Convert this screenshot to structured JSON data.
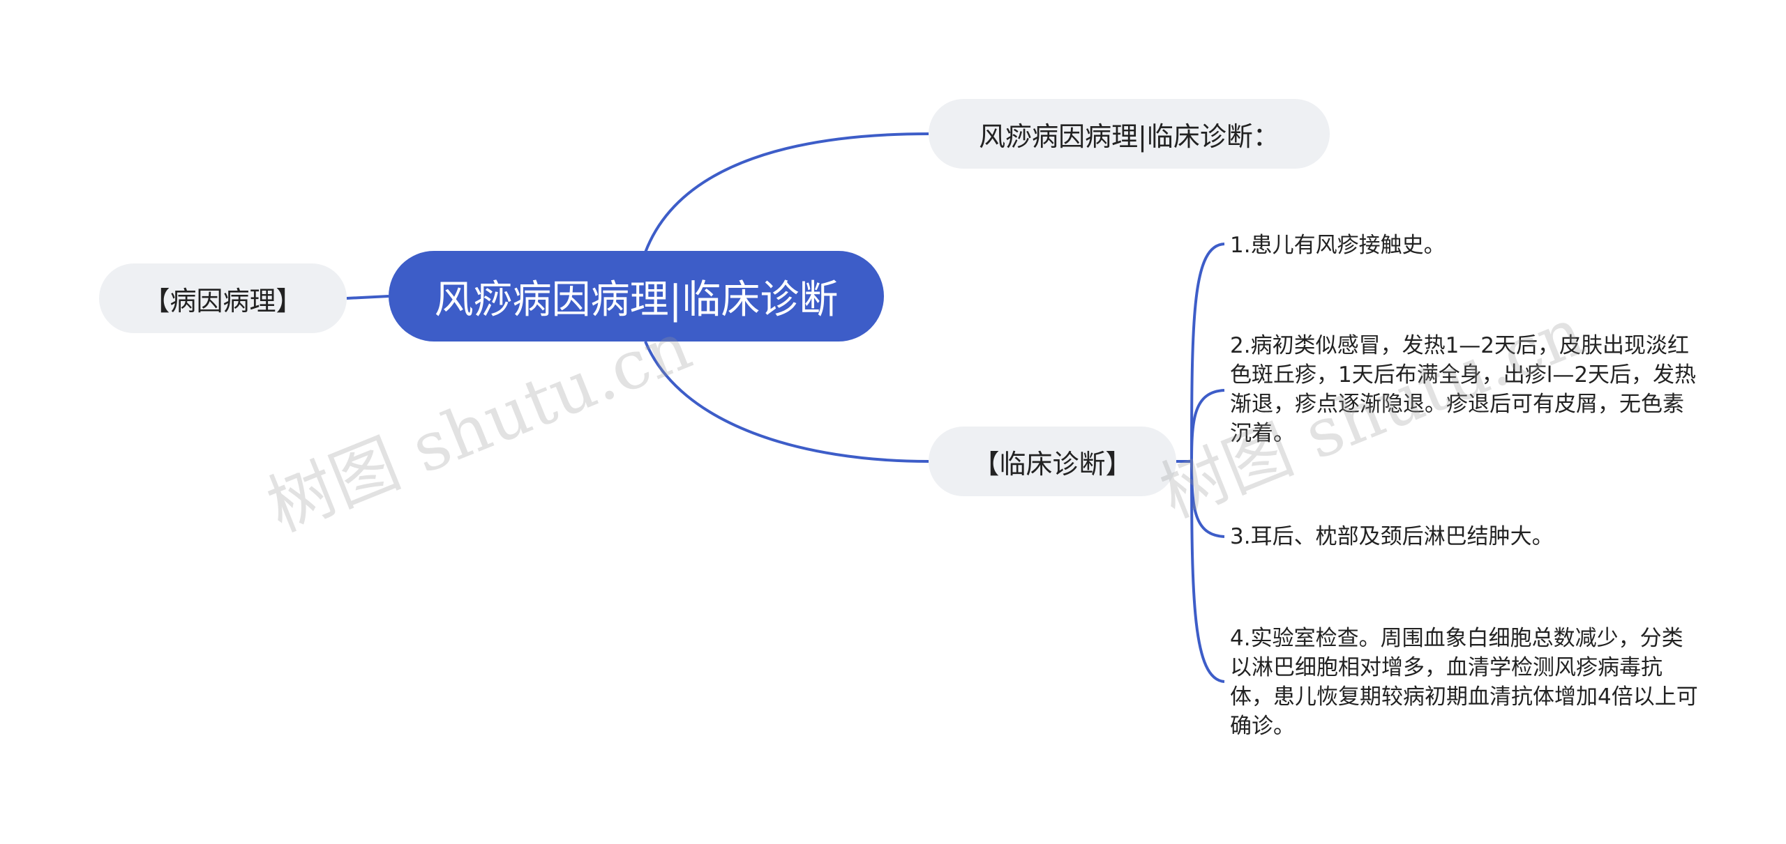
{
  "root": {
    "label": "风痧病因病理|临床诊断"
  },
  "left_node": {
    "label": "【病因病理】"
  },
  "top_node": {
    "label": "风痧病因病理|临床诊断："
  },
  "bottom_node": {
    "label": "【临床诊断】"
  },
  "leaves": [
    {
      "text": "1.患儿有风疹接触史。"
    },
    {
      "text": "2.病初类似感冒，发热1—2天后，皮肤出现淡红色斑丘疹，1天后布满全身，出疹l—2天后，发热渐退，疹点逐渐隐退。疹退后可有皮屑，无色素沉着。"
    },
    {
      "text": "3.耳后、枕部及颈后淋巴结肿大。"
    },
    {
      "text": "4.实验室检查。周围血象白细胞总数减少，分类以淋巴细胞相对增多，血清学检测风疹病毒抗体，患儿恢复期较病初期血清抗体增加4倍以上可确诊。"
    }
  ],
  "watermarks": [
    "树图 shutu.cn",
    "树图 shutu.cn"
  ],
  "colors": {
    "connector": "#3d5dc8",
    "root_fill": "#3d5dc8",
    "node_fill": "#eef0f3"
  }
}
